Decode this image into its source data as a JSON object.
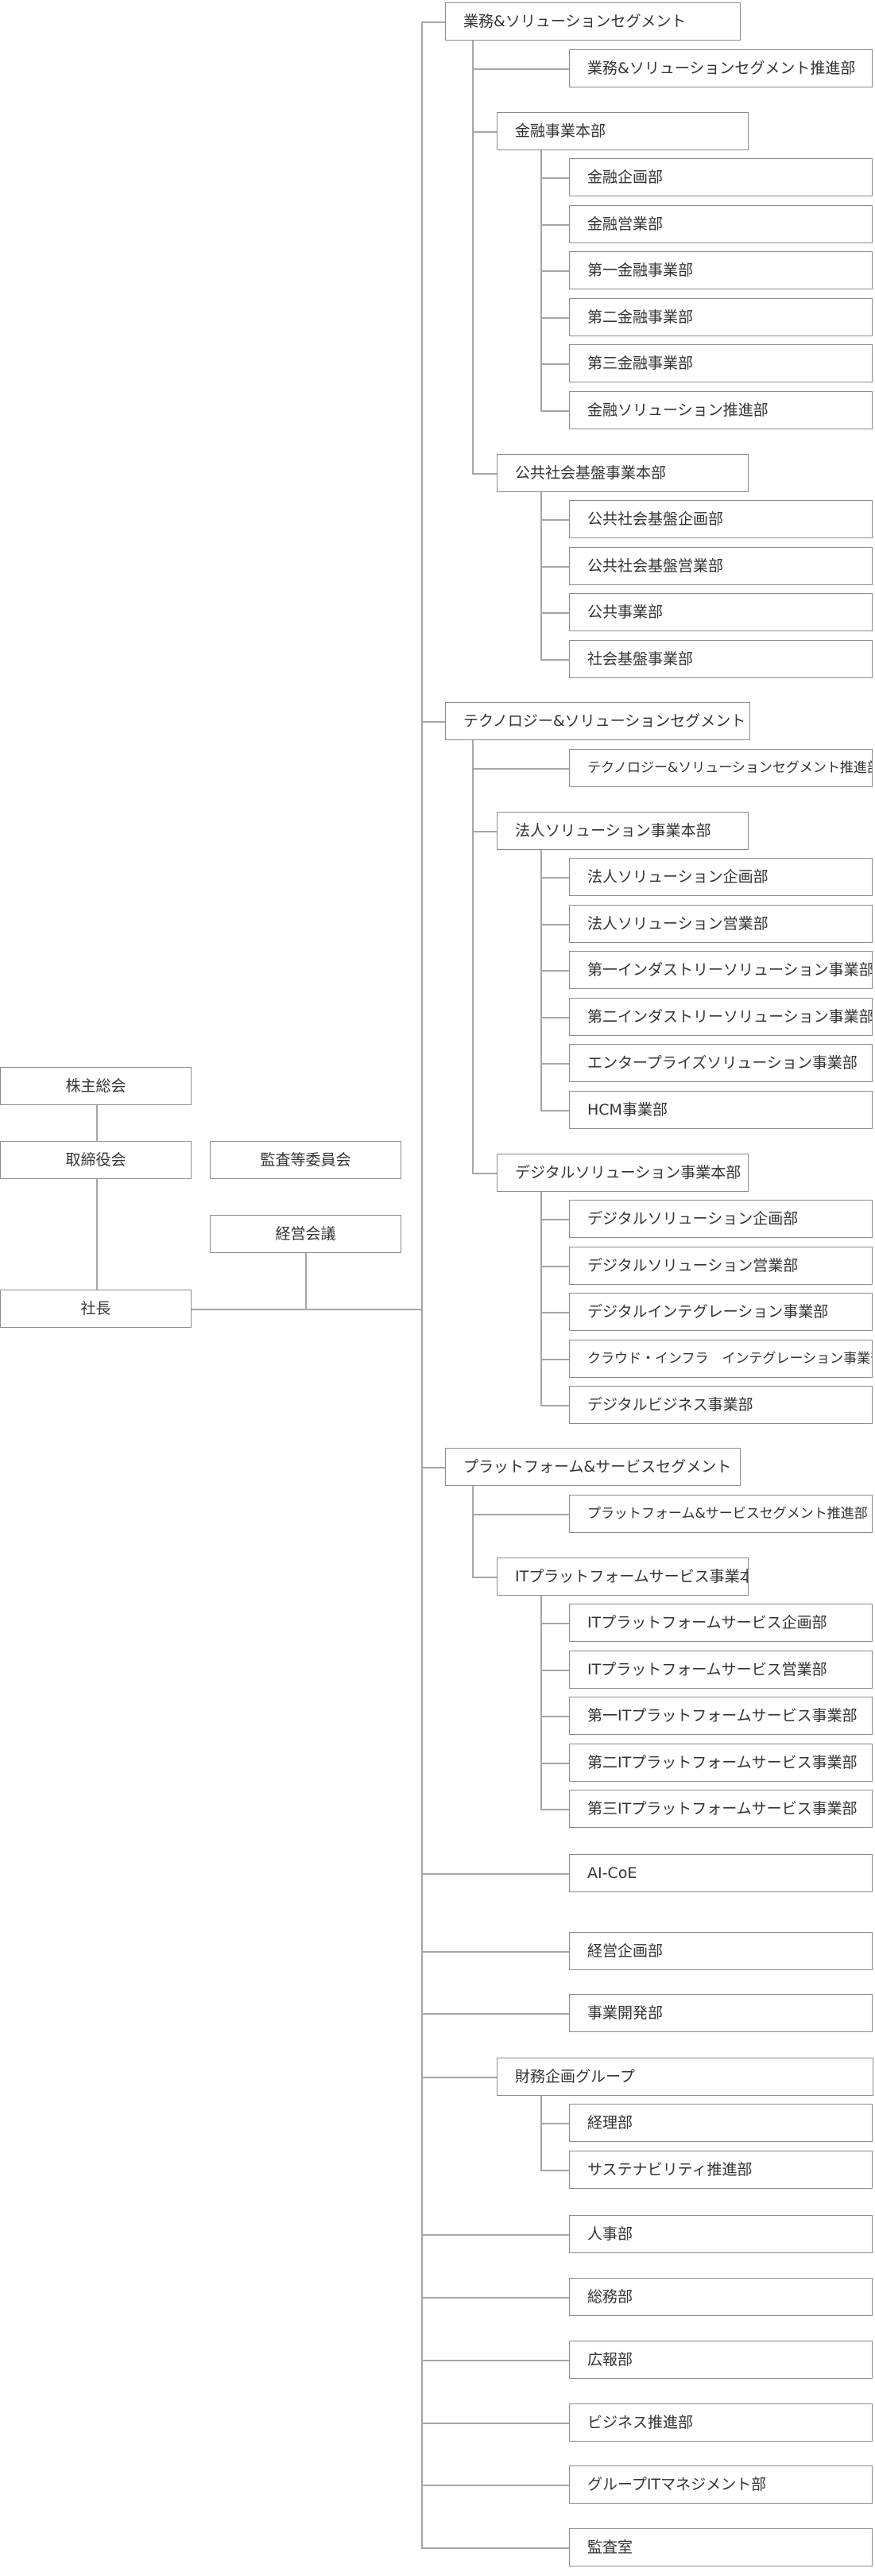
{
  "nodes": [
    {
      "id": "shareholders",
      "label": "株主総会"
    },
    {
      "id": "board",
      "label": "取締役会"
    },
    {
      "id": "audit-committee",
      "label": "監査等委員会"
    },
    {
      "id": "management-council",
      "label": "経営会議"
    },
    {
      "id": "president",
      "label": "社長"
    },
    {
      "id": "seg-business",
      "label": "業務&ソリューションセグメント"
    },
    {
      "id": "seg-business-promo",
      "label": "業務&ソリューションセグメント推進部"
    },
    {
      "id": "hq-finance",
      "label": "金融事業本部"
    },
    {
      "id": "fin-planning",
      "label": "金融企画部"
    },
    {
      "id": "fin-sales",
      "label": "金融営業部"
    },
    {
      "id": "fin-1",
      "label": "第一金融事業部"
    },
    {
      "id": "fin-2",
      "label": "第二金融事業部"
    },
    {
      "id": "fin-3",
      "label": "第三金融事業部"
    },
    {
      "id": "fin-solution",
      "label": "金融ソリューション推進部"
    },
    {
      "id": "hq-public",
      "label": "公共社会基盤事業本部"
    },
    {
      "id": "pub-planning",
      "label": "公共社会基盤企画部"
    },
    {
      "id": "pub-sales",
      "label": "公共社会基盤営業部"
    },
    {
      "id": "pub-business",
      "label": "公共事業部"
    },
    {
      "id": "social-infra",
      "label": "社会基盤事業部"
    },
    {
      "id": "seg-tech",
      "label": "テクノロジー&ソリューションセグメント"
    },
    {
      "id": "seg-tech-promo",
      "label": "テクノロジー&ソリューションセグメント推進部"
    },
    {
      "id": "hq-corporate",
      "label": "法人ソリューション事業本部"
    },
    {
      "id": "corp-planning",
      "label": "法人ソリューション企画部"
    },
    {
      "id": "corp-sales",
      "label": "法人ソリューション営業部"
    },
    {
      "id": "industry-1",
      "label": "第一インダストリーソリューション事業部"
    },
    {
      "id": "industry-2",
      "label": "第二インダストリーソリューション事業部"
    },
    {
      "id": "enterprise",
      "label": "エンタープライズソリューション事業部"
    },
    {
      "id": "hcm",
      "label": "HCM事業部"
    },
    {
      "id": "hq-digital",
      "label": "デジタルソリューション事業本部"
    },
    {
      "id": "dig-planning",
      "label": "デジタルソリューション企画部"
    },
    {
      "id": "dig-sales",
      "label": "デジタルソリューション営業部"
    },
    {
      "id": "dig-integration",
      "label": "デジタルインテグレーション事業部"
    },
    {
      "id": "cloud-infra",
      "label": "クラウド・インフラ　インテグレーション事業部"
    },
    {
      "id": "dig-business",
      "label": "デジタルビジネス事業部"
    },
    {
      "id": "seg-platform",
      "label": "プラットフォーム&サービスセグメント"
    },
    {
      "id": "seg-platform-promo",
      "label": "プラットフォーム&サービスセグメント推進部"
    },
    {
      "id": "hq-itplatform",
      "label": "ITプラットフォームサービス事業本部"
    },
    {
      "id": "itp-planning",
      "label": "ITプラットフォームサービス企画部"
    },
    {
      "id": "itp-sales",
      "label": "ITプラットフォームサービス営業部"
    },
    {
      "id": "itp-1",
      "label": "第一ITプラットフォームサービス事業部"
    },
    {
      "id": "itp-2",
      "label": "第二ITプラットフォームサービス事業部"
    },
    {
      "id": "itp-3",
      "label": "第三ITプラットフォームサービス事業部"
    },
    {
      "id": "ai-coe",
      "label": "AI-CoE"
    },
    {
      "id": "corp-strategy",
      "label": "経営企画部"
    },
    {
      "id": "biz-dev",
      "label": "事業開発部"
    },
    {
      "id": "finance-group",
      "label": "財務企画グループ"
    },
    {
      "id": "accounting",
      "label": "経理部"
    },
    {
      "id": "sustainability",
      "label": "サステナビリティ推進部"
    },
    {
      "id": "hr",
      "label": "人事部"
    },
    {
      "id": "general-affairs",
      "label": "総務部"
    },
    {
      "id": "pr",
      "label": "広報部"
    },
    {
      "id": "biz-promo",
      "label": "ビジネス推進部"
    },
    {
      "id": "group-it",
      "label": "グループITマネジメント部"
    },
    {
      "id": "audit-office",
      "label": "監査室"
    }
  ]
}
